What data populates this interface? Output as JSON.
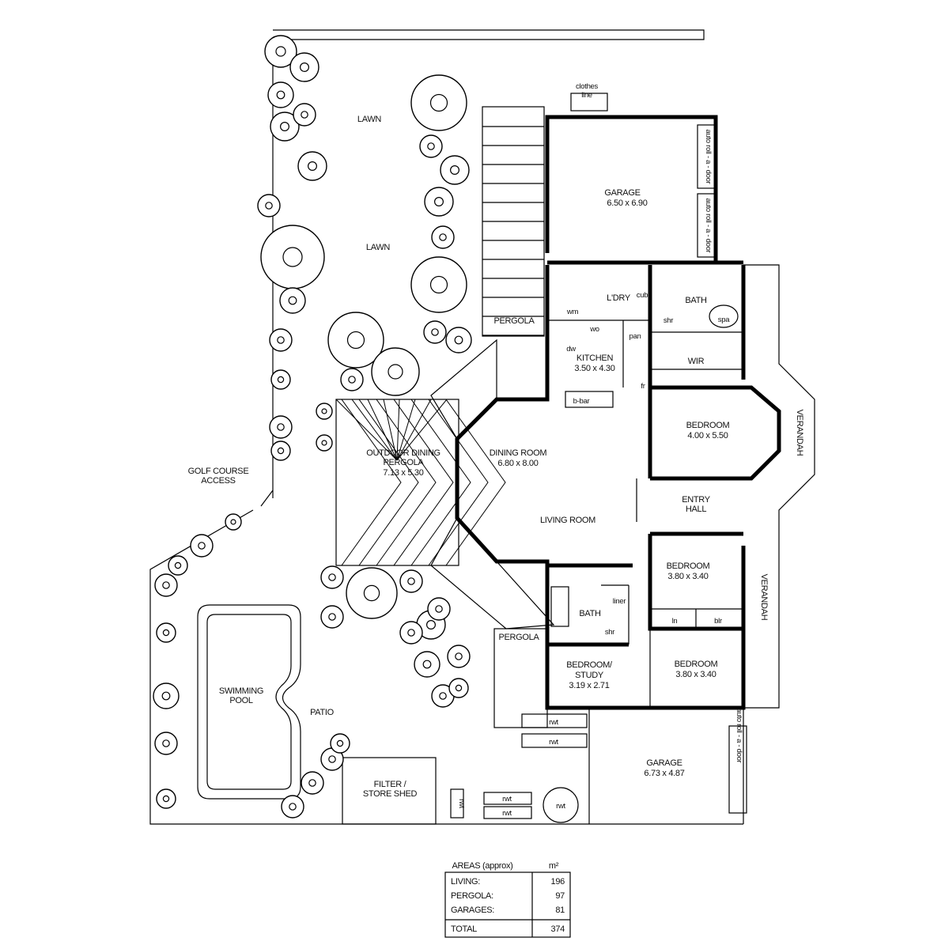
{
  "plan": {
    "lawn_1": "LAWN",
    "lawn_2": "LAWN",
    "clothes_line": [
      "clothes",
      "line"
    ],
    "garage_top": {
      "name": "GARAGE",
      "size": "6.50 x 6.90"
    },
    "roll_door_1": "auto roll - a - door",
    "roll_door_2": "auto roll - a - door",
    "roll_door_3": "auto roll - a - door",
    "laundry": "L'DRY",
    "cub": "cub",
    "wm": "wm",
    "wo": "wo",
    "bath_main": "BATH",
    "shr_main": "shr",
    "spa": "spa",
    "pantry": "pan",
    "dw": "dw",
    "kitchen": {
      "name": "KITCHEN",
      "size": "3.50 x 4.30"
    },
    "wir": "WIR",
    "fr": "fr",
    "bbar": "b-bar",
    "pergola_1": "PERGOLA",
    "bedroom_master": {
      "name": "BEDROOM",
      "size": "4.00 x 5.50"
    },
    "verandah_1": "VERANDAH",
    "verandah_2": "VERANDAH",
    "outdoor_dining": {
      "line1": "OUTDOOR DINING",
      "line2": "PERGOLA",
      "size": "7.13 x 5.30"
    },
    "dining": {
      "name": "DINING ROOM",
      "size": "6.80 x 8.00"
    },
    "living": "LIVING ROOM",
    "entry": {
      "line1": "ENTRY",
      "line2": "HALL"
    },
    "golf": {
      "line1": "GOLF COURSE",
      "line2": "ACCESS"
    },
    "bedroom_2": {
      "name": "BEDROOM",
      "size": "3.80 x 3.40"
    },
    "bath_2": "BATH",
    "liner": "liner",
    "shr_2": "shr",
    "ln": "ln",
    "blr": "blr",
    "pergola_2": "PERGOLA",
    "study": {
      "line1": "BEDROOM/",
      "line2": "STUDY",
      "size": "3.19 x 2.71"
    },
    "bedroom_3": {
      "name": "BEDROOM",
      "size": "3.80 x 3.40"
    },
    "pool": {
      "line1": "SWIMMING",
      "line2": "POOL"
    },
    "patio": "PATIO",
    "rwt": [
      "rwt",
      "rwt",
      "rwt",
      "rwt",
      "rwt",
      "rwt"
    ],
    "garage_bottom": {
      "name": "GARAGE",
      "size": "6.73 x 4.87"
    },
    "shed": {
      "line1": "FILTER /",
      "line2": "STORE SHED"
    }
  },
  "areas": {
    "title": "AREAS (approx)",
    "unit": "m²",
    "rows": [
      {
        "label": "LIVING:",
        "value": "196"
      },
      {
        "label": "PERGOLA:",
        "value": "97"
      },
      {
        "label": "GARAGES:",
        "value": "81"
      }
    ],
    "total": {
      "label": "TOTAL",
      "value": "374"
    }
  }
}
